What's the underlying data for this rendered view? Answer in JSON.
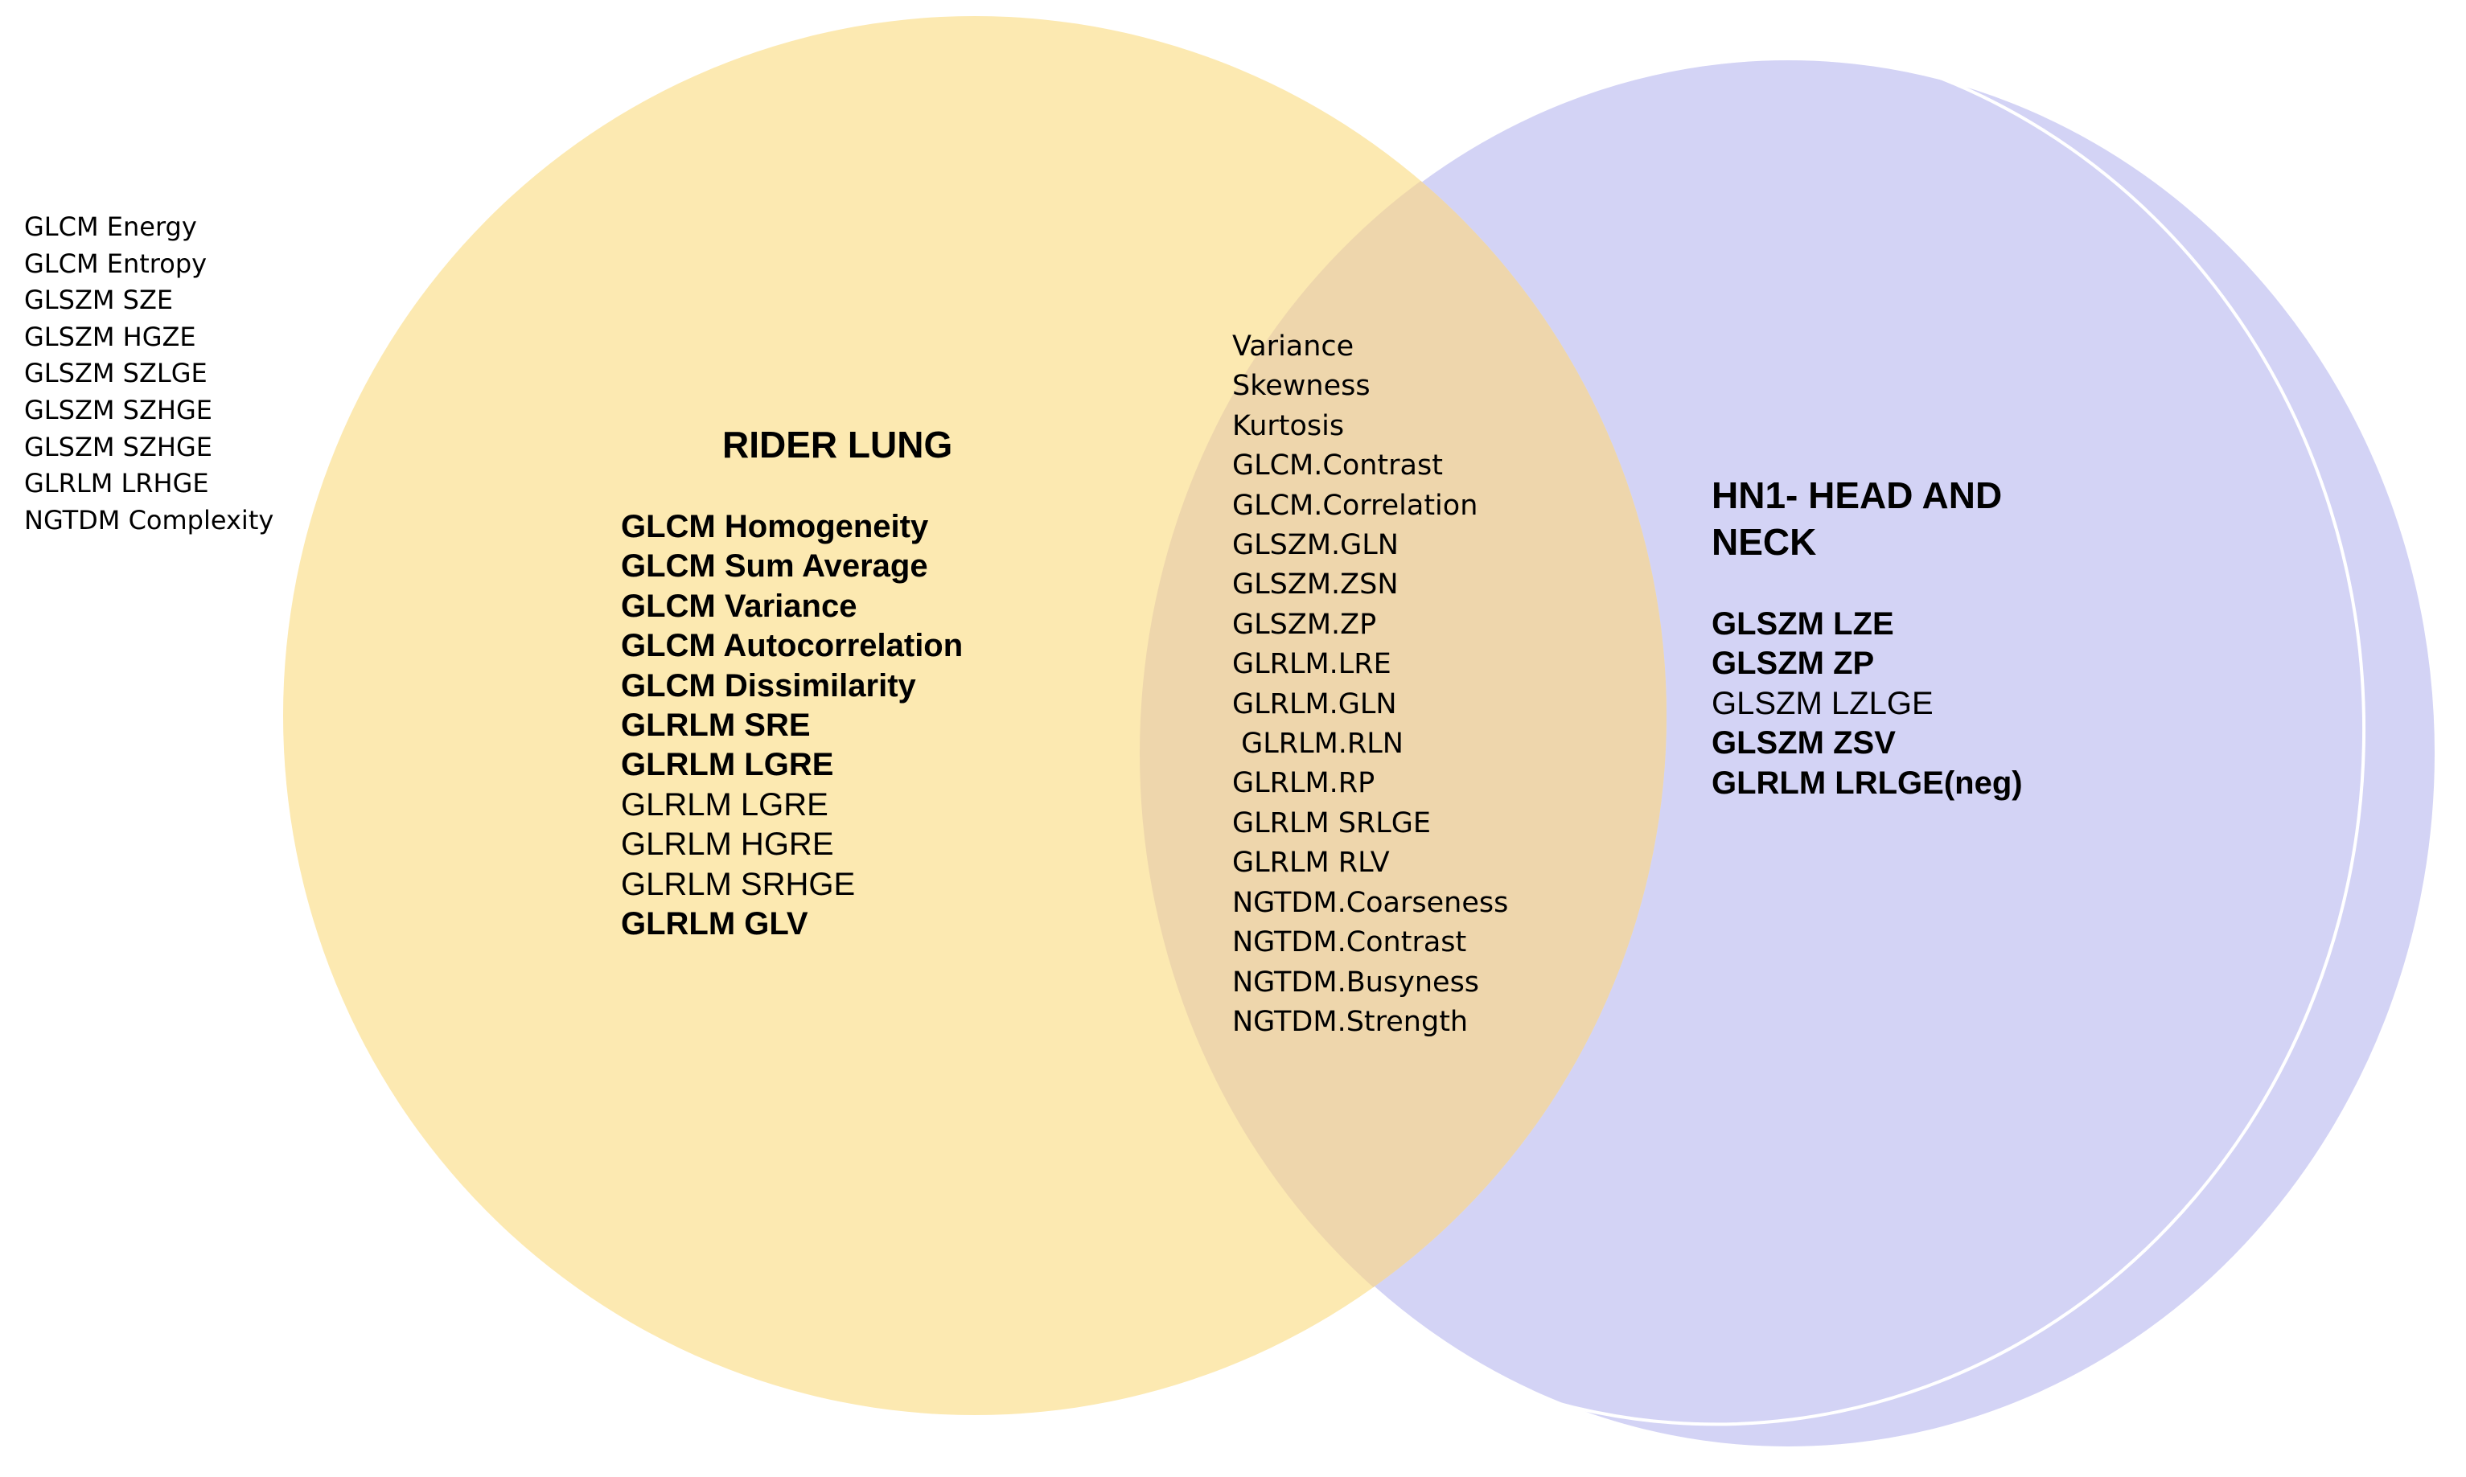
{
  "diagram": {
    "colors": {
      "left_circle": "#fce9b1",
      "right_circle": "#d3d3f5",
      "overlap": "#eed6ac",
      "right_outline": "#ffffff"
    },
    "outer_list": [
      "GLCM Energy",
      "GLCM Entropy",
      "GLSZM SZE",
      "GLSZM HGZE",
      "GLSZM SZLGE",
      "GLSZM SZHGE",
      "GLSZM SZHGE",
      "GLRLM LRHGE",
      "NGTDM Complexity"
    ],
    "left_set": {
      "title": "RIDER LUNG",
      "items": [
        {
          "label": "GLCM Homogeneity",
          "bold": true
        },
        {
          "label": "GLCM Sum Average",
          "bold": true
        },
        {
          "label": "GLCM Variance",
          "bold": true
        },
        {
          "label": "GLCM Autocorrelation",
          "bold": true
        },
        {
          "label": "GLCM Dissimilarity",
          "bold": true
        },
        {
          "label": "GLRLM SRE",
          "bold": true
        },
        {
          "label": "GLRLM LGRE",
          "bold": true
        },
        {
          "label": "GLRLM LGRE",
          "bold": false
        },
        {
          "label": "GLRLM HGRE",
          "bold": false
        },
        {
          "label": "GLRLM SRHGE",
          "bold": false
        },
        {
          "label": "GLRLM GLV",
          "bold": true
        }
      ]
    },
    "overlap_items": [
      "Variance",
      "Skewness",
      "Kurtosis",
      "GLCM.Contrast",
      "GLCM.Correlation",
      "GLSZM.GLN",
      "GLSZM.ZSN",
      "GLSZM.ZP",
      "GLRLM.LRE",
      "GLRLM.GLN",
      " GLRLM.RLN",
      "GLRLM.RP",
      "GLRLM SRLGE",
      "GLRLM RLV",
      "NGTDM.Coarseness",
      "NGTDM.Contrast",
      "NGTDM.Busyness",
      "NGTDM.Strength"
    ],
    "right_set": {
      "title_line1": "HN1- HEAD AND",
      "title_line2": "NECK",
      "items": [
        {
          "label": "GLSZM LZE",
          "bold": true
        },
        {
          "label": "GLSZM ZP",
          "bold": true
        },
        {
          "label": "GLSZM LZLGE",
          "bold": false
        },
        {
          "label": "GLSZM ZSV",
          "bold": true
        },
        {
          "label": "GLRLM LRLGE(neg)",
          "bold": true
        }
      ]
    }
  }
}
